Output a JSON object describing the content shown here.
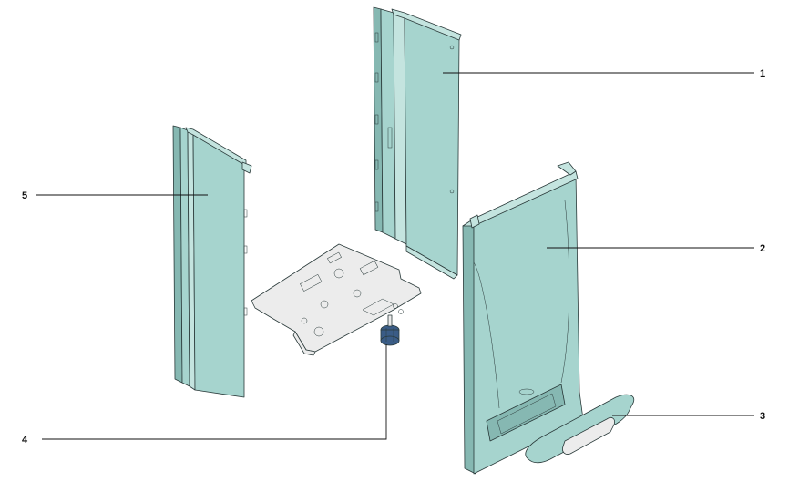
{
  "colors": {
    "panel": "#a6d4ce",
    "panel_dark": "#86b8b2",
    "panel_light": "#c4e4df",
    "metal": "#ececec",
    "knob": "#3a5c86",
    "line": "#111111"
  },
  "parts": [
    {
      "id": "panel-1",
      "label": "1",
      "icon": "rear-panel-icon"
    },
    {
      "id": "panel-2",
      "label": "2",
      "icon": "front-casing-icon"
    },
    {
      "id": "panel-3",
      "label": "3",
      "icon": "control-fascia-icon"
    },
    {
      "id": "panel-4",
      "label": "4",
      "icon": "knob-icon"
    },
    {
      "id": "panel-5",
      "label": "5",
      "icon": "side-panel-icon"
    }
  ]
}
